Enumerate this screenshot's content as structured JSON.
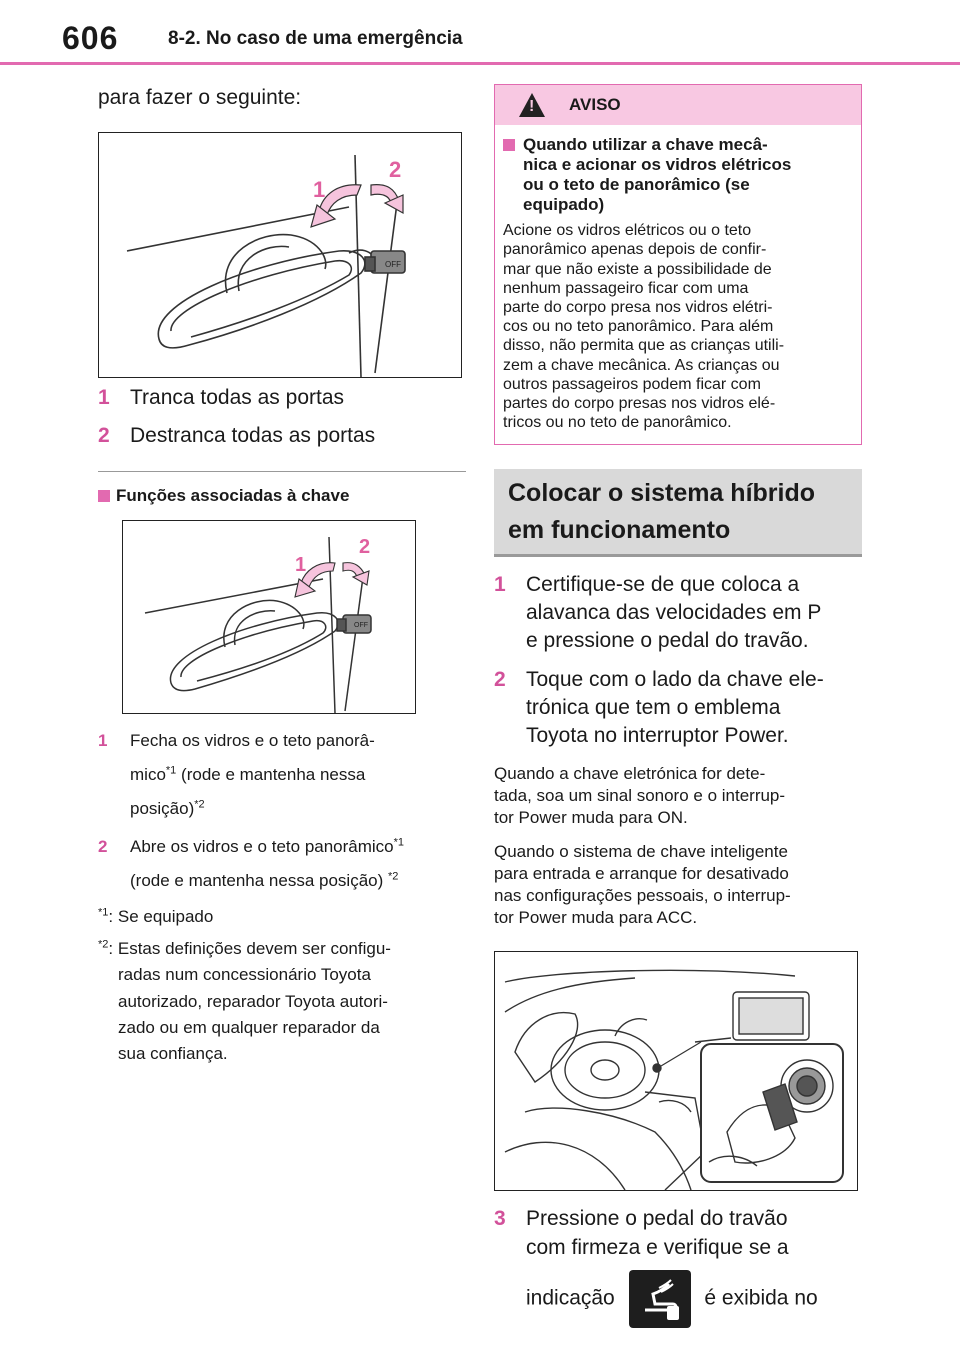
{
  "header": {
    "page_number": "606",
    "section": "8-2. No caso de uma emergência"
  },
  "left": {
    "intro": "para fazer o seguinte:",
    "fig1_callouts": [
      "1",
      "2"
    ],
    "steps1": [
      {
        "num": "1",
        "text": "Tranca todas as portas"
      },
      {
        "num": "2",
        "text": "Destranca todas as portas"
      }
    ],
    "subheading": "Funções associadas à chave",
    "fig2_callouts": [
      "1",
      "2"
    ],
    "steps2": [
      {
        "num": "1",
        "line1": "Fecha os vidros e o teto panorâ-",
        "line2": "mico",
        "sup1": "*1",
        "line2b": " (rode e mantenha nessa",
        "line3": "posição)",
        "sup2": "*2"
      },
      {
        "num": "2",
        "line1": "Abre os vidros e o teto panorâmico",
        "sup1": "*1",
        "line2": "(rode e mantenha nessa posição) ",
        "sup2": "*2"
      }
    ],
    "footnotes": [
      {
        "key": "*1",
        "text": ": Se equipado"
      },
      {
        "key": "*2",
        "text": ": Estas definições devem ser configu-",
        "lines": [
          "radas num concessionário Toyota",
          "autorizado, reparador Toyota autori-",
          "zado ou em qualquer reparador da",
          "sua confiança."
        ]
      }
    ]
  },
  "warning": {
    "title": "AVISO",
    "icon_glyph": "!",
    "sub_lines": [
      "Quando utilizar a chave mecâ-",
      "nica e acionar os vidros elétricos",
      "ou o teto de panorâmico (se",
      "equipado)"
    ],
    "body_lines": [
      "Acione os vidros elétricos ou o teto",
      "panorâmico apenas depois de confir-",
      "mar que não existe a possibilidade de",
      "nenhum passageiro ficar com uma",
      "parte do corpo presa nos vidros elétri-",
      "cos ou no teto panorâmico. Para além",
      "disso, não permita que as crianças utili-",
      "zem a chave mecânica. As crianças ou",
      "outros passageiros podem ficar com",
      "partes do corpo presas nos vidros elé-",
      "tricos ou no teto de panorâmico."
    ]
  },
  "right": {
    "heading_lines": [
      "Colocar o sistema híbrido",
      "em funcionamento"
    ],
    "steps": [
      {
        "num": "1",
        "lines": [
          "Certifique-se de que coloca a",
          "alavanca das velocidades em P",
          "e pressione o pedal do travão."
        ]
      },
      {
        "num": "2",
        "lines": [
          "Toque com o lado da chave ele-",
          "trónica que tem o emblema",
          "Toyota no interruptor Power."
        ]
      }
    ],
    "para1_lines": [
      "Quando a chave eletrónica for dete-",
      "tada, soa um sinal sonoro e o interrup-",
      "tor Power muda para ON."
    ],
    "para2_lines": [
      "Quando o sistema de chave inteligente",
      "para entrada e arranque for desativado",
      "nas configurações pessoais, o interrup-",
      "tor Power muda para ACC."
    ],
    "step3": {
      "num": "3",
      "lines": [
        "Pressione o pedal do travão",
        "com firmeza e verifique se a"
      ],
      "pre": "indicação",
      "post": "é exibida no"
    }
  },
  "colors": {
    "accent": "#e26ab0",
    "callout": "#e0609f"
  }
}
